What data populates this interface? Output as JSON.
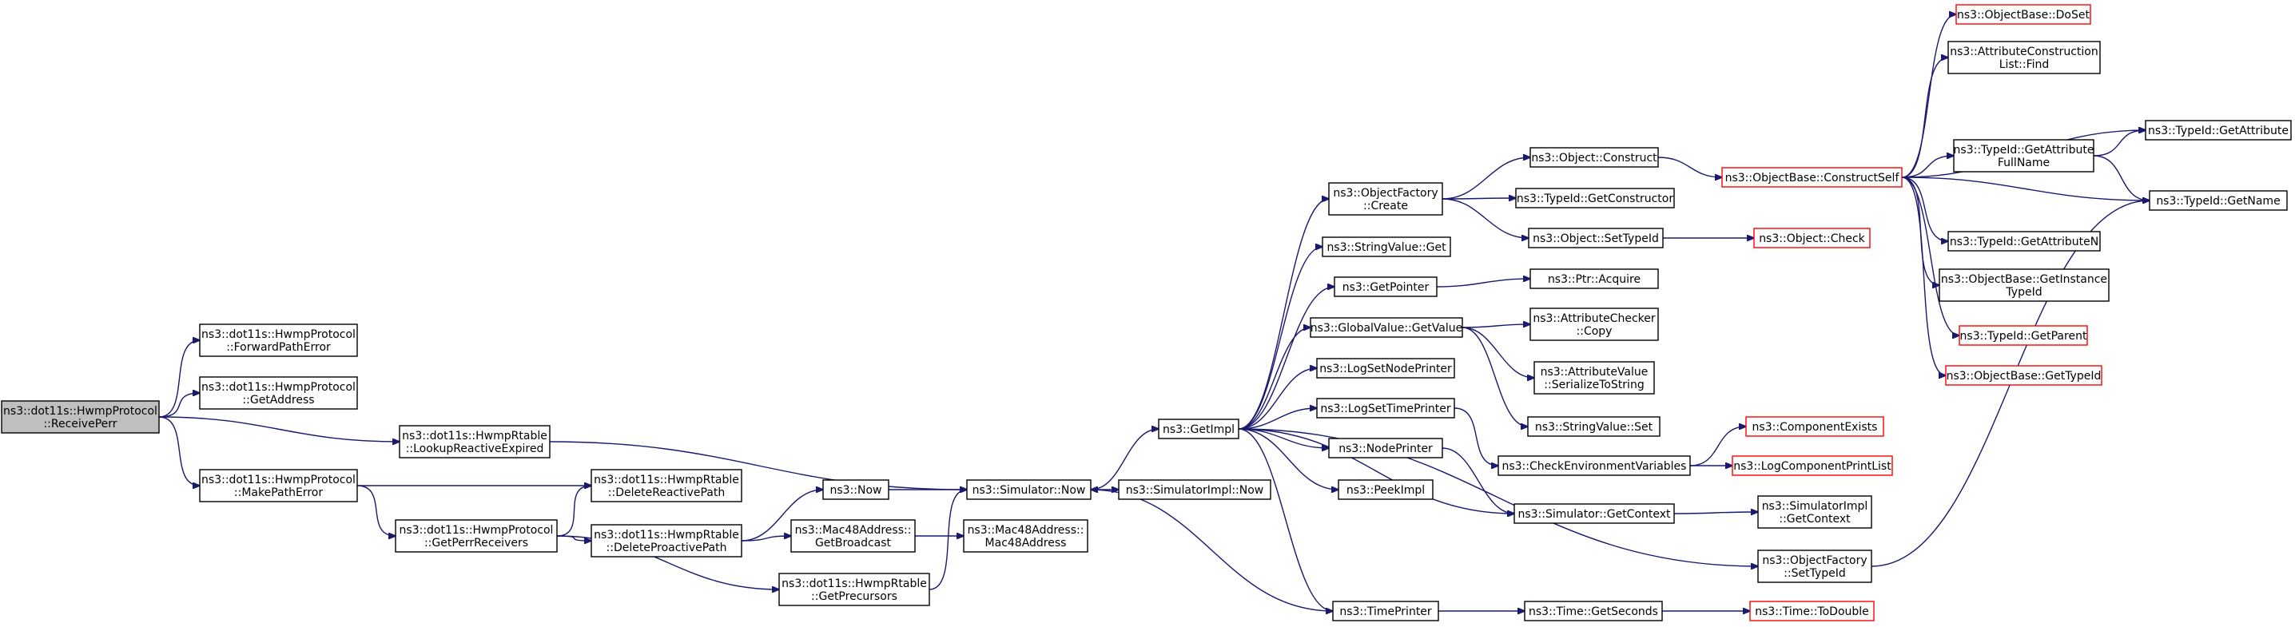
{
  "graph": {
    "colors": {
      "edge": "#191970",
      "node_border": "#000000",
      "node_border_external": "#ff0000",
      "root_fill": "#bfbfbf",
      "node_fill": "#ffffff"
    },
    "nodes": [
      {
        "id": "receiveperr",
        "lines": [
          "ns3::dot11s::HwmpProtocol",
          "::ReceivePerr"
        ],
        "root": true
      },
      {
        "id": "forwardpatherror",
        "lines": [
          "ns3::dot11s::HwmpProtocol",
          "::ForwardPathError"
        ]
      },
      {
        "id": "getaddress",
        "lines": [
          "ns3::dot11s::HwmpProtocol",
          "::GetAddress"
        ]
      },
      {
        "id": "lookupreactiveexpired",
        "lines": [
          "ns3::dot11s::HwmpRtable",
          "::LookupReactiveExpired"
        ]
      },
      {
        "id": "makepatherror",
        "lines": [
          "ns3::dot11s::HwmpProtocol",
          "::MakePathError"
        ]
      },
      {
        "id": "getperrreceivers",
        "lines": [
          "ns3::dot11s::HwmpProtocol",
          "::GetPerrReceivers"
        ]
      },
      {
        "id": "deletereactivepath",
        "lines": [
          "ns3::dot11s::HwmpRtable",
          "::DeleteReactivePath"
        ]
      },
      {
        "id": "deleteproactivepath",
        "lines": [
          "ns3::dot11s::HwmpRtable",
          "::DeleteProactivePath"
        ]
      },
      {
        "id": "getprecursors",
        "lines": [
          "ns3::dot11s::HwmpRtable",
          "::GetPrecursors"
        ]
      },
      {
        "id": "now",
        "lines": [
          "ns3::Now"
        ]
      },
      {
        "id": "getbroadcast",
        "lines": [
          "ns3::Mac48Address::",
          "GetBroadcast"
        ]
      },
      {
        "id": "simnow",
        "lines": [
          "ns3::Simulator::Now"
        ]
      },
      {
        "id": "mac48address",
        "lines": [
          "ns3::Mac48Address::",
          "Mac48Address"
        ]
      },
      {
        "id": "simimplnow",
        "lines": [
          "ns3::SimulatorImpl::Now"
        ]
      },
      {
        "id": "getimpl",
        "lines": [
          "ns3::GetImpl"
        ]
      },
      {
        "id": "objfactcreate",
        "lines": [
          "ns3::ObjectFactory",
          "::Create"
        ]
      },
      {
        "id": "stringvalueget",
        "lines": [
          "ns3::StringValue::Get"
        ]
      },
      {
        "id": "getpointer",
        "lines": [
          "ns3::GetPointer"
        ]
      },
      {
        "id": "globalvalueget",
        "lines": [
          "ns3::GlobalValue::GetValue"
        ]
      },
      {
        "id": "lognodeprinter",
        "lines": [
          "ns3::LogSetNodePrinter"
        ]
      },
      {
        "id": "logtimeprinter",
        "lines": [
          "ns3::LogSetTimePrinter"
        ]
      },
      {
        "id": "nodeprinter",
        "lines": [
          "ns3::NodePrinter"
        ]
      },
      {
        "id": "peekimpl",
        "lines": [
          "ns3::PeekImpl"
        ]
      },
      {
        "id": "timeprinter",
        "lines": [
          "ns3::TimePrinter"
        ]
      },
      {
        "id": "objconstruct",
        "lines": [
          "ns3::Object::Construct"
        ]
      },
      {
        "id": "getconstructor",
        "lines": [
          "ns3::TypeId::GetConstructor"
        ]
      },
      {
        "id": "settypeid",
        "lines": [
          "ns3::Object::SetTypeId"
        ]
      },
      {
        "id": "ptracquire",
        "lines": [
          "ns3::Ptr::Acquire"
        ]
      },
      {
        "id": "attrcheckercopy",
        "lines": [
          "ns3::AttributeChecker",
          "::Copy"
        ]
      },
      {
        "id": "attrvalueser",
        "lines": [
          "ns3::AttributeValue",
          "::SerializeToString"
        ]
      },
      {
        "id": "stringvalueset",
        "lines": [
          "ns3::StringValue::Set"
        ]
      },
      {
        "id": "checkenv",
        "lines": [
          "ns3::CheckEnvironmentVariables"
        ]
      },
      {
        "id": "simgetcontext",
        "lines": [
          "ns3::Simulator::GetContext"
        ]
      },
      {
        "id": "objfactsettypeid",
        "lines": [
          "ns3::ObjectFactory",
          "::SetTypeId"
        ]
      },
      {
        "id": "timegetseconds",
        "lines": [
          "ns3::Time::GetSeconds"
        ]
      },
      {
        "id": "constructself",
        "lines": [
          "ns3::ObjectBase::ConstructSelf"
        ],
        "external": true
      },
      {
        "id": "objectcheck",
        "lines": [
          "ns3::Object::Check"
        ],
        "external": true
      },
      {
        "id": "componentexists",
        "lines": [
          "ns3::ComponentExists"
        ],
        "external": true
      },
      {
        "id": "logcomponentprintlist",
        "lines": [
          "ns3::LogComponentPrintList"
        ],
        "external": true
      },
      {
        "id": "simimplgetcontext",
        "lines": [
          "ns3::SimulatorImpl",
          "::GetContext"
        ]
      },
      {
        "id": "timetodouble",
        "lines": [
          "ns3::Time::ToDouble"
        ],
        "external": true
      },
      {
        "id": "objbasedoset",
        "lines": [
          "ns3::ObjectBase::DoSet"
        ],
        "external": true
      },
      {
        "id": "attrconstructfind",
        "lines": [
          "ns3::AttributeConstruction",
          "List::Find"
        ]
      },
      {
        "id": "getattrfullname",
        "lines": [
          "ns3::TypeId::GetAttribute",
          "FullName"
        ]
      },
      {
        "id": "getattributen",
        "lines": [
          "ns3::TypeId::GetAttributeN"
        ]
      },
      {
        "id": "getinstancetypeid",
        "lines": [
          "ns3::ObjectBase::GetInstance",
          "TypeId"
        ]
      },
      {
        "id": "getparent",
        "lines": [
          "ns3::TypeId::GetParent"
        ],
        "external": true
      },
      {
        "id": "objbasegettypeid",
        "lines": [
          "ns3::ObjectBase::GetTypeId"
        ],
        "external": true
      },
      {
        "id": "getattribute",
        "lines": [
          "ns3::TypeId::GetAttribute"
        ]
      },
      {
        "id": "getname",
        "lines": [
          "ns3::TypeId::GetName"
        ]
      }
    ],
    "edges": [
      [
        "receiveperr",
        "forwardpatherror"
      ],
      [
        "receiveperr",
        "getaddress"
      ],
      [
        "receiveperr",
        "lookupreactiveexpired"
      ],
      [
        "receiveperr",
        "makepatherror"
      ],
      [
        "lookupreactiveexpired",
        "simnow"
      ],
      [
        "makepatherror",
        "deletereactivepath"
      ],
      [
        "makepatherror",
        "getperrreceivers"
      ],
      [
        "getperrreceivers",
        "deletereactivepath"
      ],
      [
        "getperrreceivers",
        "deleteproactivepath"
      ],
      [
        "getperrreceivers",
        "getprecursors"
      ],
      [
        "deleteproactivepath",
        "now"
      ],
      [
        "deleteproactivepath",
        "getbroadcast"
      ],
      [
        "getprecursors",
        "simnow"
      ],
      [
        "now",
        "simnow"
      ],
      [
        "getbroadcast",
        "mac48address"
      ],
      [
        "simnow",
        "simimplnow"
      ],
      [
        "simnow",
        "getimpl"
      ],
      [
        "getimpl",
        "objfactcreate"
      ],
      [
        "getimpl",
        "stringvalueget"
      ],
      [
        "getimpl",
        "getpointer"
      ],
      [
        "getimpl",
        "globalvalueget"
      ],
      [
        "getimpl",
        "lognodeprinter"
      ],
      [
        "getimpl",
        "logtimeprinter"
      ],
      [
        "getimpl",
        "nodeprinter"
      ],
      [
        "getimpl",
        "peekimpl"
      ],
      [
        "getimpl",
        "simgetcontext"
      ],
      [
        "getimpl",
        "objfactsettypeid"
      ],
      [
        "getimpl",
        "timeprinter"
      ],
      [
        "timeprinter",
        "simnow"
      ],
      [
        "timeprinter",
        "timegetseconds"
      ],
      [
        "objfactcreate",
        "objconstruct"
      ],
      [
        "objfactcreate",
        "getconstructor"
      ],
      [
        "objfactcreate",
        "settypeid"
      ],
      [
        "getpointer",
        "ptracquire"
      ],
      [
        "globalvalueget",
        "attrcheckercopy"
      ],
      [
        "globalvalueget",
        "attrvalueser"
      ],
      [
        "globalvalueget",
        "stringvalueset"
      ],
      [
        "logtimeprinter",
        "checkenv"
      ],
      [
        "nodeprinter",
        "simgetcontext"
      ],
      [
        "checkenv",
        "componentexists"
      ],
      [
        "checkenv",
        "logcomponentprintlist"
      ],
      [
        "simgetcontext",
        "simimplgetcontext"
      ],
      [
        "objfactsettypeid",
        "getname"
      ],
      [
        "timegetseconds",
        "timetodouble"
      ],
      [
        "objconstruct",
        "constructself"
      ],
      [
        "settypeid",
        "objectcheck"
      ],
      [
        "constructself",
        "objbasedoset"
      ],
      [
        "constructself",
        "attrconstructfind"
      ],
      [
        "constructself",
        "getattribute"
      ],
      [
        "constructself",
        "getattrfullname"
      ],
      [
        "constructself",
        "getname"
      ],
      [
        "constructself",
        "getattributen"
      ],
      [
        "constructself",
        "getinstancetypeid"
      ],
      [
        "constructself",
        "getparent"
      ],
      [
        "constructself",
        "objbasegettypeid"
      ],
      [
        "getattrfullname",
        "getattribute"
      ],
      [
        "getattrfullname",
        "getname"
      ]
    ]
  }
}
